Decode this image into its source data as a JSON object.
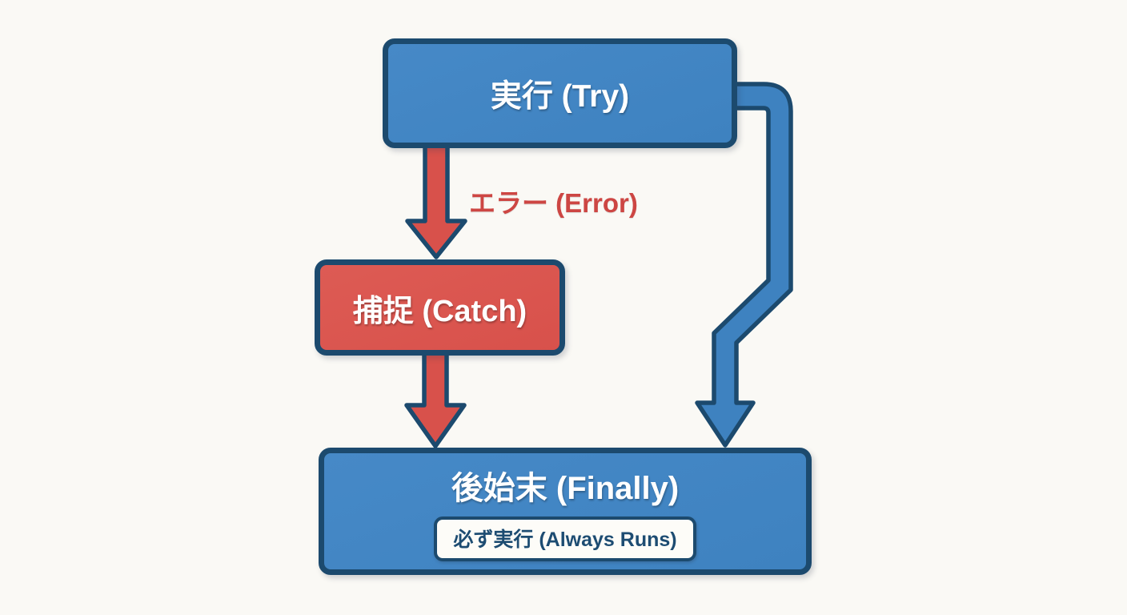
{
  "diagram": {
    "type": "flowchart",
    "topic": "try-catch-finally control flow",
    "nodes": {
      "try": {
        "label": "実行 (Try)"
      },
      "catch": {
        "label": "捕捉 (Catch)"
      },
      "finally": {
        "label": "後始末 (Finally)",
        "badge": "必ず実行 (Always Runs)"
      }
    },
    "edges": {
      "try_to_catch": {
        "label": "エラー (Error)",
        "style": "red-arrow"
      },
      "catch_to_finally": {
        "label": "",
        "style": "red-arrow"
      },
      "try_to_finally": {
        "label": "",
        "style": "blue-arrow"
      }
    }
  },
  "colors": {
    "background": "#faf9f5",
    "blue_fill": "#3e82c0",
    "blue_fill_light": "#4689c7",
    "red_fill": "#d8514b",
    "red_fill_light": "#dd5b54",
    "outline": "#1c4a6e",
    "error_text": "#cd4643",
    "node_text": "#ffffff",
    "badge_bg": "#fdfcf8",
    "badge_text": "#1d4c72"
  }
}
